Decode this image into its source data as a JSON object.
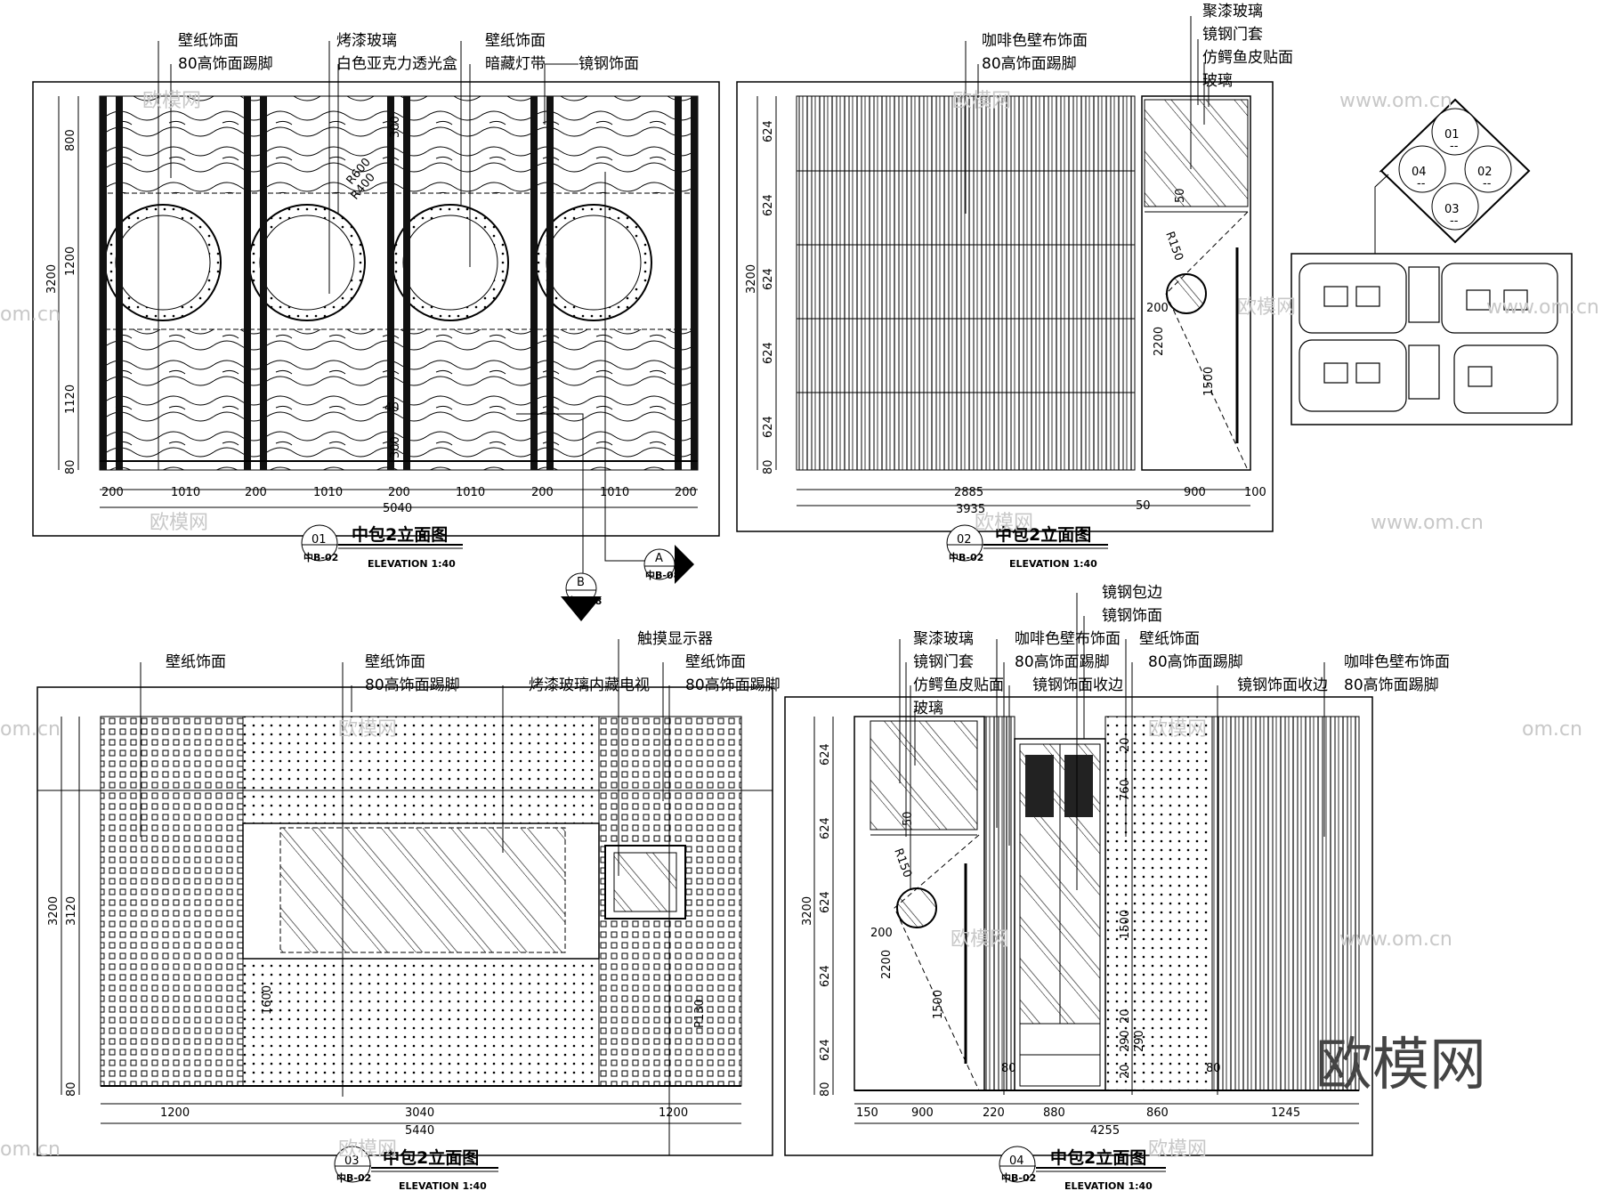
{
  "watermark": {
    "brand": "欧模网",
    "site": "www.om.cn",
    "site_short": "om.cn"
  },
  "key_plan": {
    "codes": [
      "01",
      "02",
      "03",
      "04"
    ],
    "dash": "--"
  },
  "elevations": [
    {
      "num": "01",
      "sheet": "中B-02",
      "title": "中包2立面图",
      "subtitle": "ELEVATION 1:40",
      "labels": [
        "壁纸饰面",
        "80高饰面踢脚",
        "烤漆玻璃",
        "白色亚克力透光盒",
        "壁纸饰面",
        "暗藏灯带",
        "镜钢饰面"
      ],
      "height_dims": [
        "800",
        "1200",
        "1120",
        "80"
      ],
      "total_height": "3200",
      "width_dims": [
        "200",
        "1010",
        "200",
        "1010",
        "200",
        "1010",
        "200",
        "1010",
        "200"
      ],
      "total_width": "5040",
      "notes": [
        "R600",
        "R400",
        "300",
        "300",
        "40"
      ],
      "callouts": [
        {
          "letter": "B",
          "sheet": "中B-08"
        },
        {
          "letter": "A",
          "sheet": "中B-08"
        }
      ]
    },
    {
      "num": "02",
      "sheet": "中B-02",
      "title": "中包2立面图",
      "subtitle": "ELEVATION 1:40",
      "labels": [
        "咖啡色壁布饰面",
        "80高饰面踢脚",
        "聚漆玻璃",
        "镜钢门套",
        "仿鳄鱼皮贴面",
        "玻璃"
      ],
      "height_dims": [
        "624",
        "624",
        "624",
        "624",
        "624",
        "80"
      ],
      "total_height": "3200",
      "width_dims": [
        "2885",
        "50",
        "900",
        "100"
      ],
      "total_width": "3935",
      "notes": [
        "50",
        "R150",
        "200",
        "2200",
        "1500"
      ]
    },
    {
      "num": "03",
      "sheet": "中B-02",
      "title": "中包2立面图",
      "subtitle": "ELEVATION 1:40",
      "labels": [
        "壁纸饰面",
        "壁纸饰面",
        "80高饰面踢脚",
        "烤漆玻璃内藏电视",
        "触摸显示器",
        "壁纸饰面",
        "80高饰面踢脚"
      ],
      "height_dims": [
        "3120",
        "80"
      ],
      "total_height": "3200",
      "width_dims": [
        "1200",
        "3040",
        "1200"
      ],
      "total_width": "5440",
      "notes": [
        "1600",
        "P130"
      ]
    },
    {
      "num": "04",
      "sheet": "中B-02",
      "title": "中包2立面图",
      "subtitle": "ELEVATION 1:40",
      "labels": [
        "聚漆玻璃",
        "镜钢门套",
        "仿鳄鱼皮贴面",
        "玻璃",
        "咖啡色壁布饰面",
        "80高饰面踢脚",
        "镜钢饰面收边",
        "镜钢包边",
        "镜钢饰面",
        "壁纸饰面",
        "80高饰面踢脚",
        "镜钢饰面收边",
        "咖啡色壁布饰面",
        "80高饰面踢脚"
      ],
      "height_dims": [
        "624",
        "624",
        "624",
        "624",
        "624",
        "80"
      ],
      "total_height": "3200",
      "width_dims": [
        "150",
        "900",
        "220",
        "880",
        "860",
        "1245"
      ],
      "total_width": "4255",
      "notes": [
        "50",
        "R150",
        "200",
        "2200",
        "1500",
        "20",
        "760",
        "1500",
        "20",
        "290",
        "290",
        "20",
        "80",
        "80"
      ]
    }
  ]
}
